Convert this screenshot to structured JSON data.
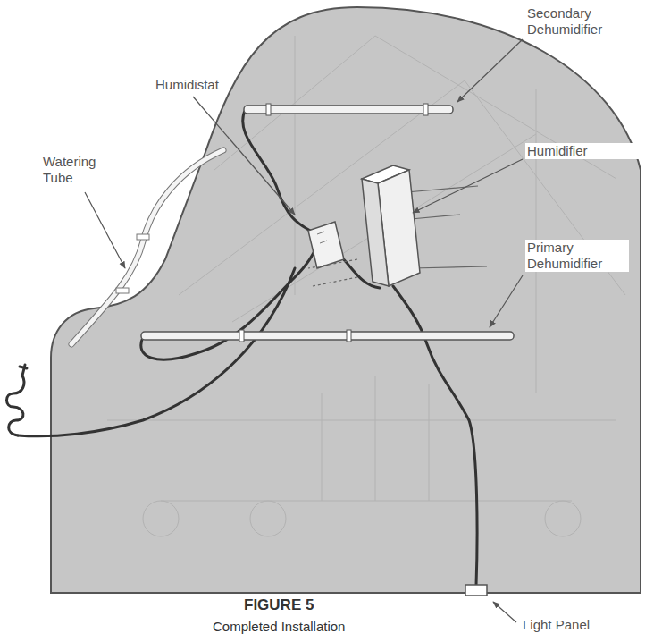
{
  "diagram": {
    "title": "FIGURE 5",
    "caption": "Completed Installation",
    "labels": [
      "Secondary Dehumidifier",
      "Humidifier",
      "Humidistat",
      "Watering Tube",
      "Primary Dehumidifier",
      "Light Panel"
    ]
  }
}
